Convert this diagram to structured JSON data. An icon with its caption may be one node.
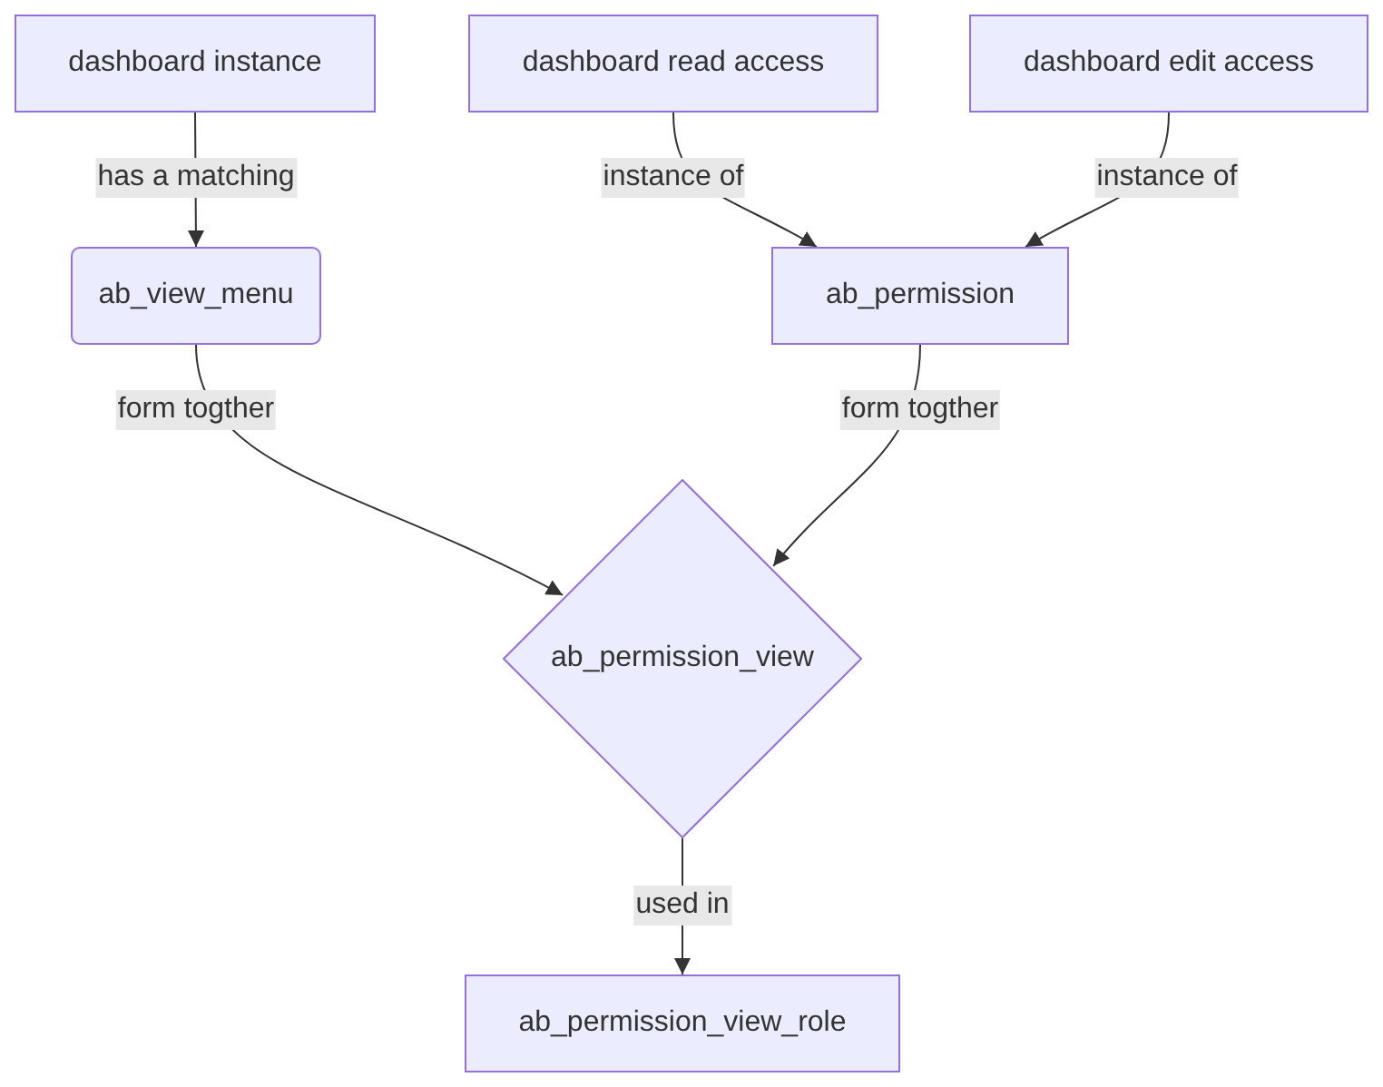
{
  "diagram": {
    "nodes": [
      {
        "text": [
          "dashboard instance"
        ]
      },
      {
        "text": [
          "dashboard read access"
        ]
      },
      {
        "text": [
          "dashboard edit access"
        ]
      },
      {
        "text": [
          "ab_view_menu"
        ]
      },
      {
        "text": [
          "ab_permission"
        ]
      },
      {
        "text": [
          "ab_permission_view"
        ]
      },
      {
        "text": [
          "ab_permission_view_role"
        ]
      }
    ],
    "edges": [
      {
        "from": 0,
        "to": 3,
        "arrow": "to",
        "label": "has a matching"
      },
      {
        "from": 1,
        "to": 4,
        "arrow": "to",
        "label": "instance of"
      },
      {
        "from": 2,
        "to": 4,
        "arrow": "to",
        "label": "instance of"
      },
      {
        "from": 3,
        "to": 5,
        "arrow": "to",
        "label": "form togther"
      },
      {
        "from": 4,
        "to": 5,
        "arrow": "to",
        "label": "form togther"
      },
      {
        "from": 5,
        "to": 6,
        "arrow": "to",
        "label": "used in"
      }
    ]
  }
}
